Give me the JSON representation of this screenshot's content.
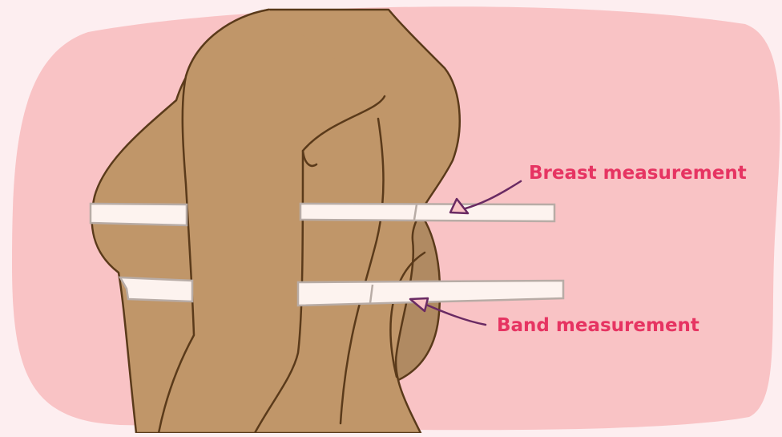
{
  "labels": {
    "breast": "Breast measurement",
    "band": "Band measurement"
  },
  "colors": {
    "page_background": "#fdeef0",
    "blob": "#f9c3c5",
    "skin": "#c09669",
    "skin_shadow": "#b08a62",
    "outline": "#5a3a1a",
    "tape": "#fdf3ef",
    "tape_edge": "#b8aca6",
    "arrow": "#6a2a63",
    "label_text": "#e63462"
  },
  "icons": [
    "pink-blob-background",
    "torso-side-profile",
    "measuring-tape",
    "pointer-arrow"
  ]
}
